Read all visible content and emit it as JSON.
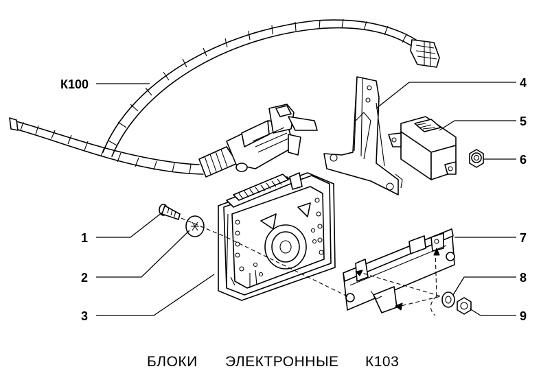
{
  "diagram": {
    "caption": {
      "part1": "БЛОКИ",
      "part2": "ЭЛЕКТРОННЫЕ",
      "part3": "К103"
    },
    "callouts": {
      "k100": "К100",
      "c1": "1",
      "c2": "2",
      "c3": "3",
      "c4": "4",
      "c5": "5",
      "c6": "6",
      "c7": "7",
      "c8": "8",
      "c9": "9"
    }
  }
}
